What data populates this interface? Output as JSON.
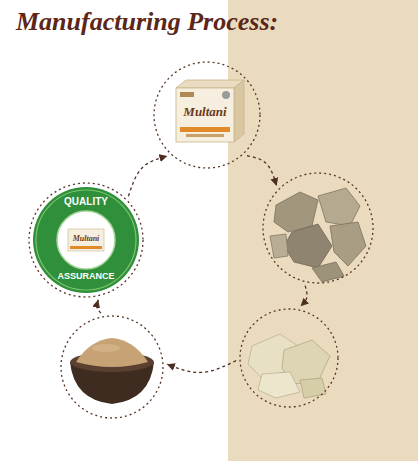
{
  "diagram": {
    "title": "Manufacturing Process:",
    "nodes": [
      {
        "text": [
          "Multani"
        ]
      },
      {
        "text": []
      },
      {
        "text": []
      },
      {
        "text": []
      },
      {
        "text": [
          "QUALITY",
          "ASSURANCE",
          "Multani"
        ]
      }
    ],
    "edges": [
      {
        "from": 0,
        "to": 1,
        "arrow": "to"
      },
      {
        "from": 1,
        "to": 2,
        "arrow": "to"
      },
      {
        "from": 2,
        "to": 3,
        "arrow": "to"
      },
      {
        "from": 3,
        "to": 4,
        "arrow": "to"
      },
      {
        "from": 4,
        "to": 0,
        "arrow": "to"
      }
    ]
  }
}
